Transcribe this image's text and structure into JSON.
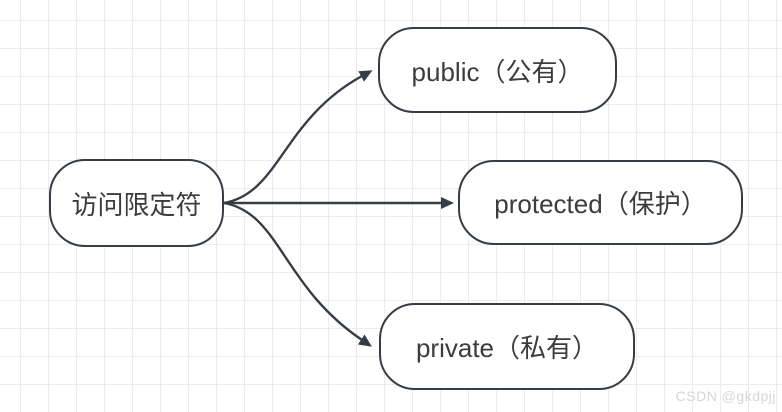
{
  "diagram": {
    "type": "mindmap",
    "root": {
      "id": "access-qualifier",
      "label": "访问限定符"
    },
    "children": [
      {
        "id": "public",
        "label": "public（公有）"
      },
      {
        "id": "protected",
        "label": "protected（保护）"
      },
      {
        "id": "private",
        "label": "private（私有）"
      }
    ],
    "edges": [
      {
        "from": "access-qualifier",
        "to": "public",
        "style": "curved-up"
      },
      {
        "from": "access-qualifier",
        "to": "protected",
        "style": "straight"
      },
      {
        "from": "access-qualifier",
        "to": "private",
        "style": "curved-down"
      }
    ],
    "colors": {
      "stroke": "#363d47",
      "text": "#3c3c3c",
      "node_fill": "#ffffff",
      "grid_line": "#ececec",
      "background": "#ffffff"
    }
  },
  "watermark": {
    "text": "CSDN @gkdpjj",
    "color": "#d6d6d6"
  }
}
